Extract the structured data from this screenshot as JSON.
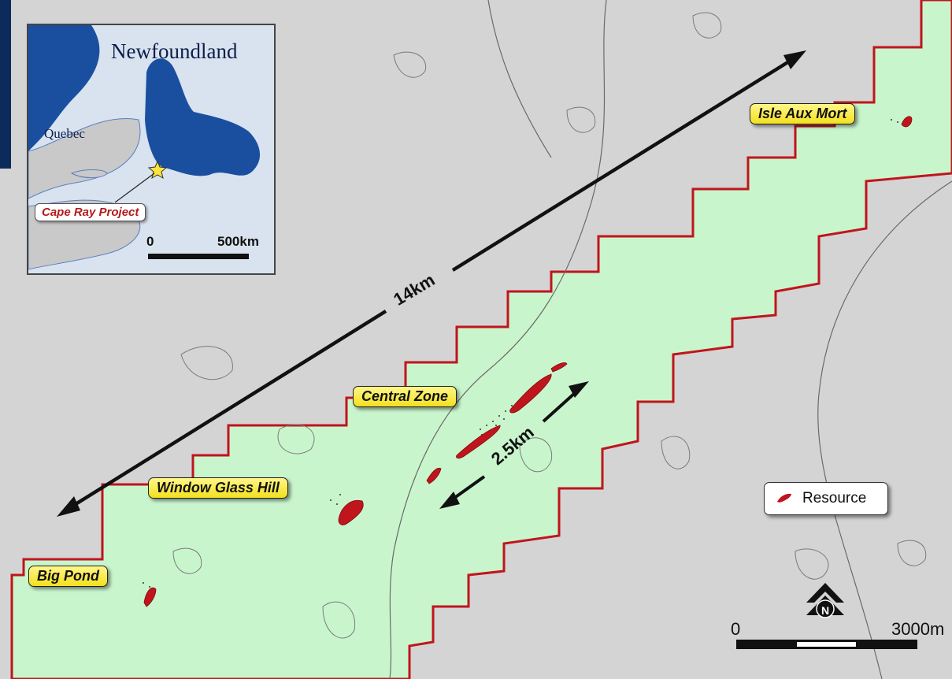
{
  "inset": {
    "title": "Newfoundland",
    "quebec_label": "Quebec",
    "project_label": "Cape Ray Project",
    "scale_start": "0",
    "scale_end": "500km"
  },
  "labels": {
    "isle_aux_mort": "Isle Aux Mort",
    "central_zone": "Central Zone",
    "window_glass_hill": "Window Glass Hill",
    "big_pond": "Big Pond"
  },
  "distances": {
    "long": "14km",
    "short": "2.5km"
  },
  "legend": {
    "resource": "Resource"
  },
  "scale": {
    "start": "0",
    "end": "3000m"
  },
  "colors": {
    "background": "#d4d4d4",
    "property": "#c9f5cd",
    "boundary": "#c0151c",
    "resource": "#c0151c",
    "label_fill": "#f7e83a",
    "inset_land": "#1a4fa0"
  }
}
